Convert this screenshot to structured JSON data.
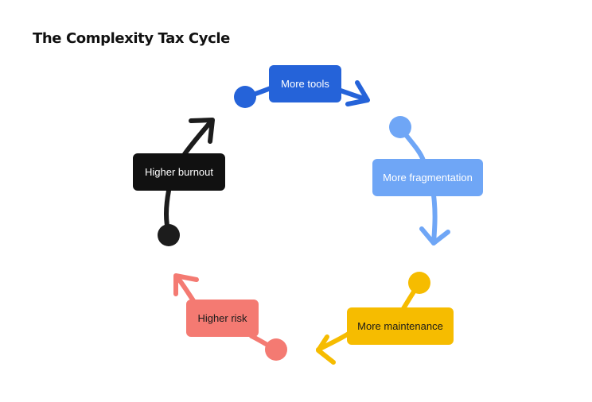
{
  "title": "The Complexity Tax Cycle",
  "colors": {
    "tools": "#2563D9",
    "fragmentation": "#6FA6F6",
    "maintenance": "#F6BC00",
    "risk": "#F47A72",
    "burnout": "#111111",
    "burnout_connector": "#1C1C1C"
  },
  "nodes": {
    "tools": {
      "label": "More tools"
    },
    "fragmentation": {
      "label": "More fragmentation"
    },
    "maintenance": {
      "label": "More maintenance"
    },
    "risk": {
      "label": "Higher risk"
    },
    "burnout": {
      "label": "Higher burnout"
    }
  }
}
